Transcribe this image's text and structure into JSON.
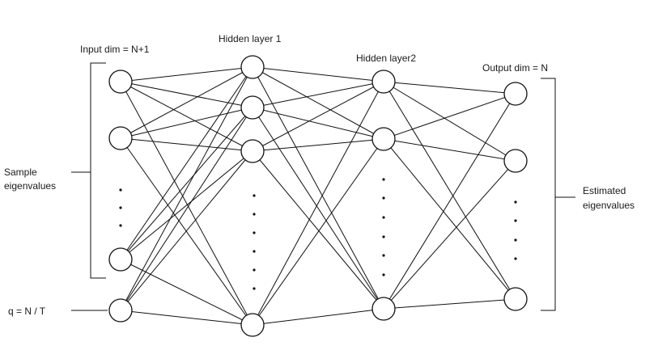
{
  "labels": {
    "input_dim": "Input dim = N+1",
    "hidden1": "Hidden layer 1",
    "hidden2": "Hidden layer2",
    "output_dim": "Output dim = N",
    "sample_line1": "Sample",
    "sample_line2": "eigenvalues",
    "estimated_line1": "Estimated",
    "estimated_line2": "eigenvalues",
    "q_label": "q = N / T"
  }
}
